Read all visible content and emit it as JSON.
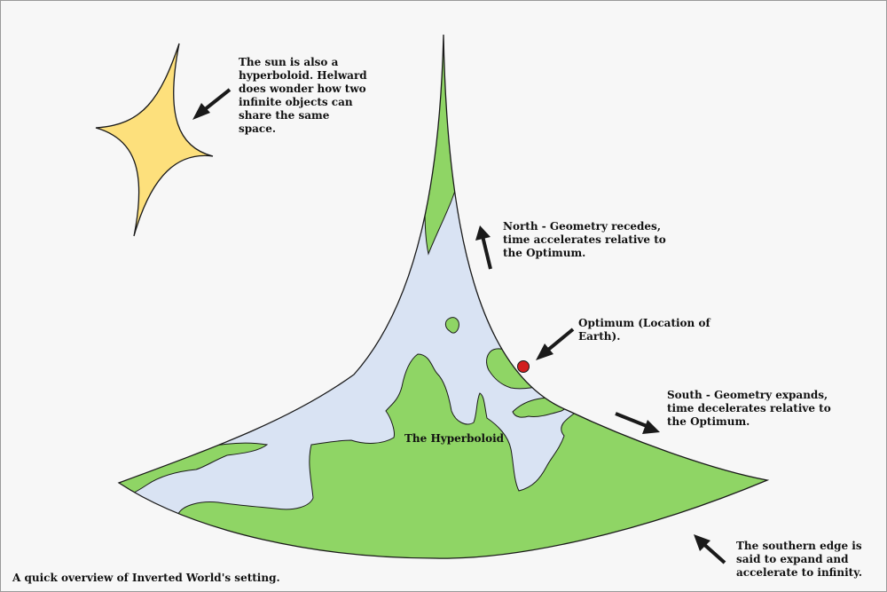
{
  "colors": {
    "background": "#f7f7f7",
    "land": "#8fd565",
    "water": "#d9e3f3",
    "sun": "#fde07c",
    "optimum_marker": "#d11f1f",
    "outline": "#1a1a1a"
  },
  "labels": {
    "sun_note": "The sun is also a\nhyperboloid. Helward\ndoes wonder how two\ninfinite objects can\nshare the same\nspace.",
    "north": "North - Geometry recedes,\ntime accelerates relative to\nthe Optimum.",
    "optimum": "Optimum (Location of Earth).",
    "south": "South - Geometry expands,\ntime decelerates relative to\nthe Optimum.",
    "southern_edge": "The southern edge is\nsaid to expand and\naccelerate to infinity.",
    "hyperboloid": "The Hyperboloid",
    "caption": "A quick overview of Inverted World's setting."
  },
  "icons": {
    "sun": "four-pointed-star-icon",
    "arrow": "arrow-icon",
    "marker": "location-dot-icon"
  }
}
